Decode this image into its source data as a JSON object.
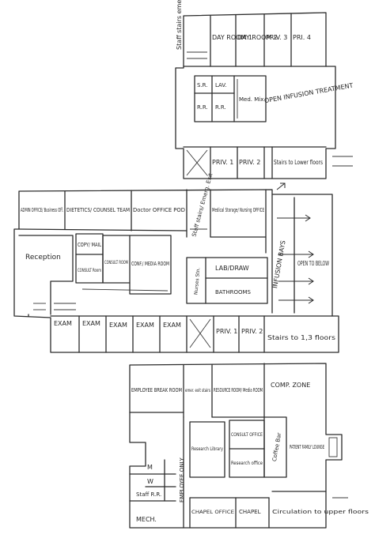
{
  "floors": {
    "top": {
      "rooms": {
        "staff_stairs": "Staff stairs emer. exit",
        "day_room_1": "DAY ROOM 1",
        "day_room_2": "DAY ROOM 2",
        "priv_3": "PRIV. 3",
        "pri_4": "PRI. 4",
        "sr": "S.R.",
        "rr": "R.R.",
        "lav": "LAV.",
        "rr2": "R.R.",
        "med_mix": "Med. Mix",
        "open_infusion": "OPEN INFUSION TREATMENT",
        "priv_1": "PRIV. 1",
        "priv_2": "PRIV. 2",
        "stairs_lower": "Stairs to Lower floors"
      }
    },
    "middle": {
      "rooms": {
        "admin_office": "ADMIN OFFICE/ Business Off.",
        "dietetics": "DIETETICS/ COUNSEL TEAM",
        "doctor_pod": "Doctor OFFICE POD",
        "staff_stairs": "Staff stairs/ Emerg. Exit",
        "medical_storage": "Medical Storage/ Nursing OFFICE",
        "infusion_bays": "INFUSION BAYS",
        "open_below": "OPEN TO BELOW",
        "reception": "Reception",
        "copy_mail": "COPY/ MAIL",
        "consult_room_a": "CONSULT Room",
        "consult_room_b": "CONSULT ROOM",
        "conf_media": "CONF./ MEDIA ROOM",
        "lab_draw": "LAB/DRAW",
        "nurses_stn": "Nurses Stn.",
        "bathrooms": "BATHROOMS",
        "exam_1": "EXAM",
        "exam_2": "EXAM",
        "exam_3": "EXAM",
        "exam_4": "EXAM",
        "exam_5": "EXAM",
        "priv_1": "PRIV. 1",
        "priv_2": "PRIV. 2",
        "stairs_1_3": "Stairs to 1,3 floors"
      }
    },
    "bottom": {
      "rooms": {
        "employee_break": "EMPLOYEE BREAK ROOM",
        "emer_exit_stairs": "emer. exit stairs",
        "resource_media": "RESOURCE ROOM/ Media ROOM",
        "comp_zone": "COMP. ZONE",
        "research_library": "Research Library",
        "consult_office": "CONSULT OFFICE",
        "research_office": "Research office",
        "coffee_bar": "Coffee Bar",
        "patient_family_lounge": "PATIENT FAMILY LOUNGE",
        "employee_only": "EMPLOYEE ONLY",
        "m": "M",
        "w": "W",
        "staff_rr": "Staff R.R.",
        "mech": "MECH.",
        "chapel_office": "CHAPEL OFFICE",
        "chapel": "CHAPEL",
        "circulation": "Circulation to upper floors"
      }
    }
  }
}
